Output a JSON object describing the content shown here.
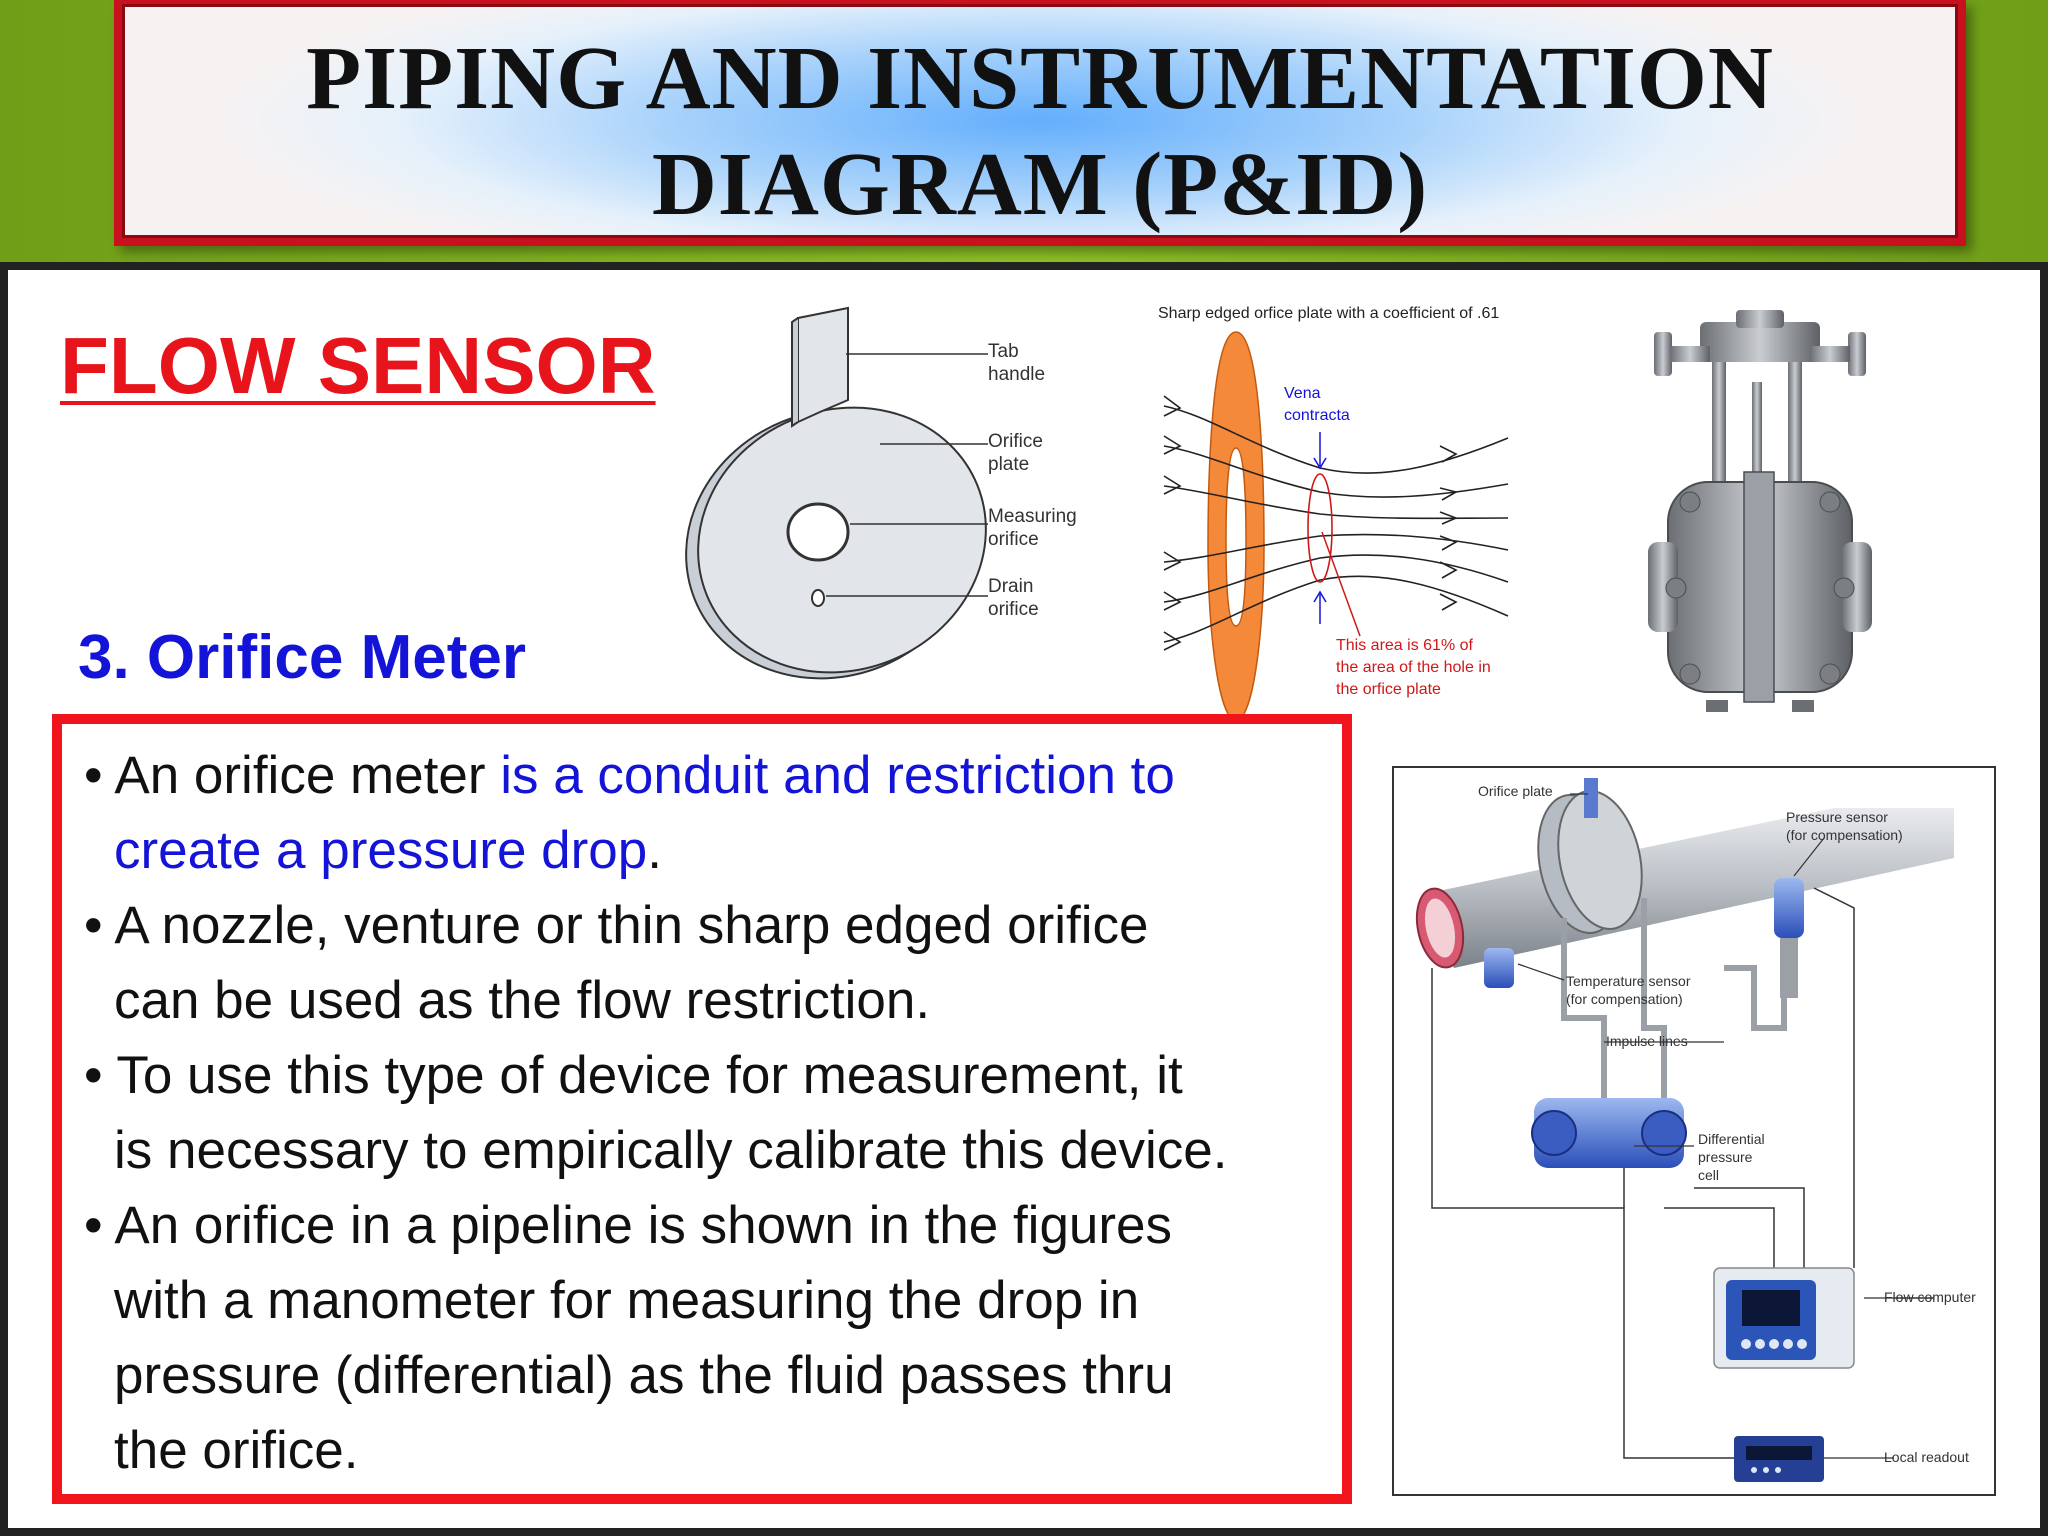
{
  "title": {
    "line1": "PIPING AND INSTRUMENTATION",
    "line2": "DIAGRAM (P&ID)"
  },
  "section_heading": "FLOW SENSOR",
  "subheading": "3. Orifice Meter",
  "bullets": [
    {
      "line1_plain": "An orifice meter ",
      "line1_blue": "is a conduit and restriction to",
      "line2_blue": "create a pressure drop",
      "line2_plain": "."
    },
    {
      "line1": "A nozzle, venture or thin sharp edged orifice",
      "line2": "can be used as the flow restriction."
    },
    {
      "line1": "To use this type of device for measurement, it",
      "line2": "is necessary to empirically calibrate this device."
    },
    {
      "line1": "An orifice in a pipeline is shown in the figures",
      "line2": "with a manometer for measuring the drop in",
      "line3": "pressure (differential) as the fluid passes thru",
      "line4": "the orifice."
    }
  ],
  "bullet_symbol": "•",
  "figure_orifice_plate": {
    "labels": [
      "Tab",
      "handle",
      "Orifice",
      "plate",
      "Measuring",
      "orifice",
      "Drain",
      "orifice"
    ]
  },
  "figure_vena_contracta": {
    "caption": "Sharp edged orfice plate  with a coefficient of .61",
    "vena_label_1": "Vena",
    "vena_label_2": "contracta",
    "note_1": "This area is 61% of",
    "note_2": "the area of the hole in",
    "note_3": "the orfice plate"
  },
  "figure_system": {
    "labels": {
      "orifice_plate": "Orifice plate",
      "pressure_sensor_1": "Pressure sensor",
      "pressure_sensor_2": "(for compensation)",
      "temp_sensor_1": "Temperature sensor",
      "temp_sensor_2": "(for compensation)",
      "impulse_lines": "Impulse lines",
      "dp_cell_1": "Differential",
      "dp_cell_2": "pressure",
      "dp_cell_3": "cell",
      "flow_computer": "Flow computer",
      "local_readout": "Local readout"
    }
  },
  "colors": {
    "accent_red": "#f0141c",
    "accent_blue": "#1414d8",
    "green_band": "#7fb01e",
    "orange_plate": "#f5893a"
  }
}
